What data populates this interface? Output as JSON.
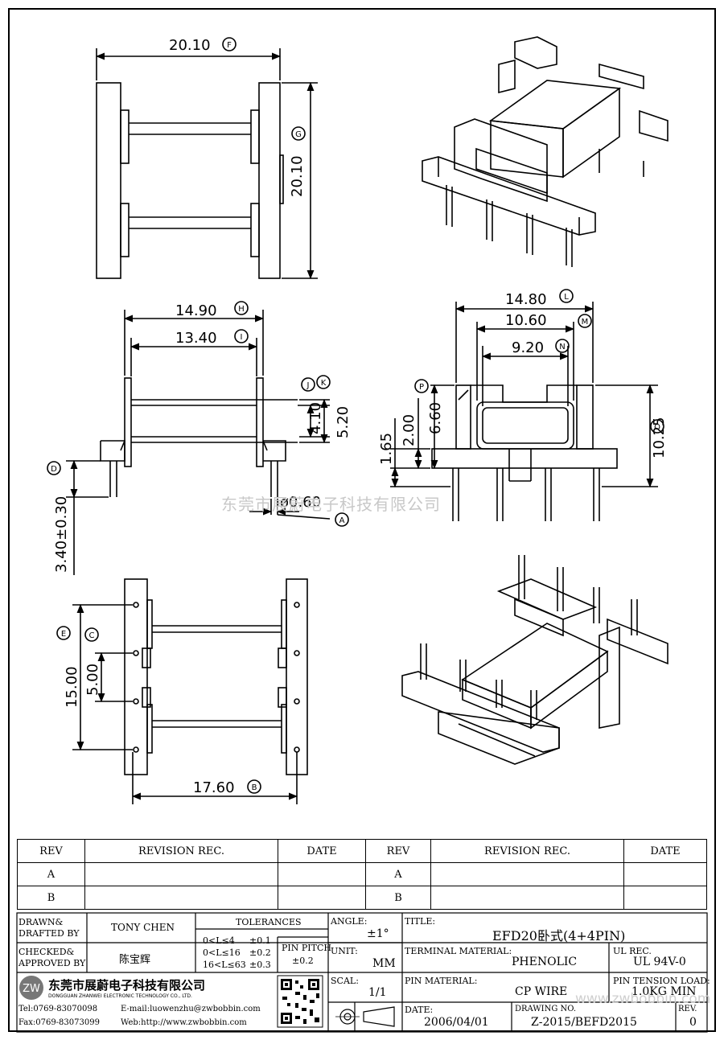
{
  "watermark": "东莞市展蔚电子科技有限公司",
  "dimensions": {
    "F": {
      "value": "20.10",
      "tag": "F"
    },
    "G": {
      "value": "20.10",
      "tag": "G"
    },
    "H": {
      "value": "14.90",
      "tag": "H"
    },
    "I": {
      "value": "13.40",
      "tag": "I"
    },
    "J": {
      "tag": "J"
    },
    "K": {
      "tag": "K"
    },
    "h410": {
      "value": "4.10"
    },
    "h520": {
      "value": "5.20"
    },
    "D": {
      "value": "3.40±0.30",
      "tag": "D"
    },
    "A": {
      "value": "ø0.60",
      "tag": "A"
    },
    "L": {
      "value": "14.80",
      "tag": "L"
    },
    "M": {
      "value": "10.60",
      "tag": "M"
    },
    "N": {
      "value": "9.20",
      "tag": "N"
    },
    "P": {
      "tag": "P"
    },
    "Q": {
      "value": "10.25",
      "tag": "Q"
    },
    "v660": {
      "value": "6.60"
    },
    "v200": {
      "value": "2.00"
    },
    "v165": {
      "value": "1.65"
    },
    "E": {
      "value": "15.00",
      "tag": "E"
    },
    "C": {
      "value": "5.00",
      "tag": "C"
    },
    "B": {
      "value": "17.60",
      "tag": "B"
    }
  },
  "revision_table": {
    "headers": [
      "REV",
      "REVISION REC.",
      "DATE",
      "REV",
      "REVISION REC.",
      "DATE"
    ],
    "rows": [
      [
        "A",
        "",
        "",
        "A",
        "",
        ""
      ],
      [
        "B",
        "",
        "",
        "B",
        "",
        ""
      ]
    ]
  },
  "title_block": {
    "drawn_label_1": "DRAWN&",
    "drawn_label_2": "DRAFTED BY",
    "drawn_by": "TONY CHEN",
    "checked_label_1": "CHECKED&",
    "checked_label_2": "APPROVED BY",
    "checked_by": "陈宝辉",
    "tolerances_label": "TOLERANCES",
    "tol_rows": [
      {
        "range": "0<L≤4",
        "tol": "±0.1"
      },
      {
        "range": "0<L≤16",
        "tol": "±0.2"
      },
      {
        "range": "16<L≤63",
        "tol": "±0.3"
      }
    ],
    "pin_pitch_label": "PIN PITCH",
    "pin_pitch": "±0.2",
    "angle_label": "ANGLE:",
    "angle": "±1°",
    "unit_label": "UNIT:",
    "unit": "MM",
    "scale_label": "SCAL:",
    "scale": "1/1",
    "title_label": "TITLE:",
    "title": "EFD20卧式(4+4PIN)",
    "terminal_label": "TERMINAL MATERIAL:",
    "terminal": "PHENOLIC",
    "ul_label": "UL REC.",
    "ul": "UL 94V-0",
    "pin_material_label": "PIN MATERIAL:",
    "pin_material": "CP WIRE",
    "tension_label": "PIN TENSION LOAD:",
    "tension": "1.0KG MIN",
    "date_label": "DATE:",
    "date": "2006/04/01",
    "drawing_no_label": "DRAWING NO.",
    "drawing_no": "Z-2015/BEFD2015",
    "rev_label": "REV.",
    "rev": "0",
    "company_cn": "东莞市展蔚电子科技有限公司",
    "company_en": "DONGGUAN ZHANWEI ELECTRONIC TECHNOLOGY CO., LTD.",
    "tel": "Tel:0769-83070098",
    "email": "E-mail:luowenzhu@zwbobbin.com",
    "fax": "Fax:0769-83073099",
    "web": "Web:http://www.zwbobbin.com",
    "web_watermark": "www.zwbobbin.com"
  }
}
